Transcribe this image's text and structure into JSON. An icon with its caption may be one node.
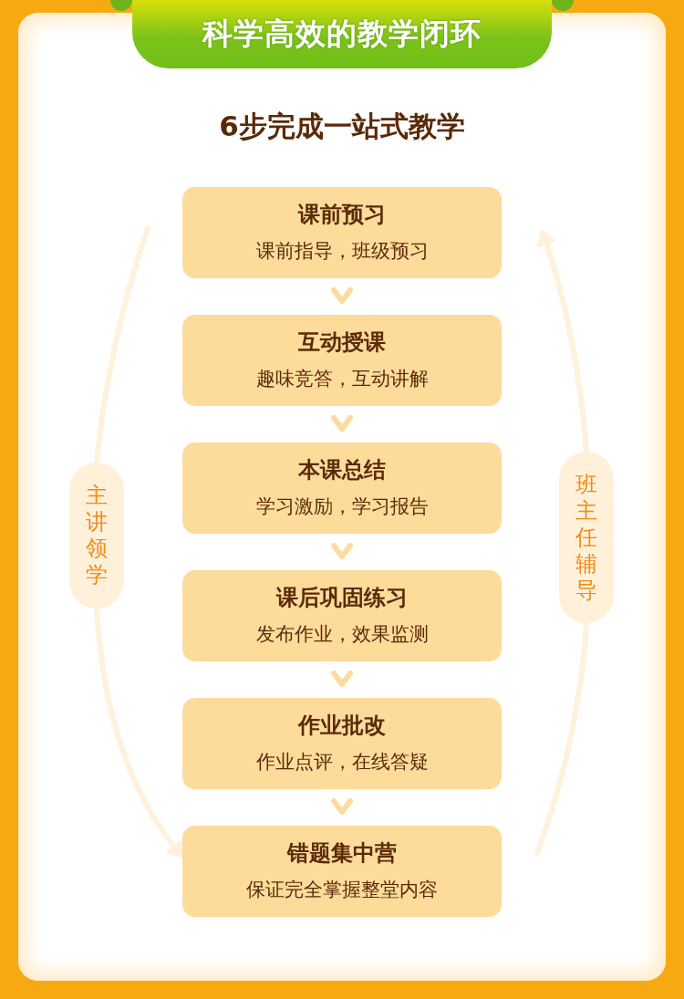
{
  "diagram": {
    "title": "科学高效的教学闭环",
    "nodes": [
      {
        "text": [
          "课前预习",
          "课前指导，班级预习"
        ]
      },
      {
        "text": [
          "互动授课",
          "趣味竞答，互动讲解"
        ]
      },
      {
        "text": [
          "本课总结",
          "学习激励，学习报告"
        ]
      },
      {
        "text": [
          "课后巩固练习",
          "发布作业，效果监测"
        ]
      },
      {
        "text": [
          "作业批改",
          "作业点评，在线答疑"
        ]
      },
      {
        "text": [
          "错题集中营",
          "保证完全掌握整堂内容"
        ]
      },
      {
        "text": [
          "主讲领学"
        ]
      },
      {
        "text": [
          "班主任辅导"
        ]
      }
    ],
    "edges": [
      {
        "from": 0,
        "to": 1,
        "arrow": "to"
      },
      {
        "from": 1,
        "to": 2,
        "arrow": "to"
      },
      {
        "from": 2,
        "to": 3,
        "arrow": "to"
      },
      {
        "from": 3,
        "to": 4,
        "arrow": "to"
      },
      {
        "from": 4,
        "to": 5,
        "arrow": "to"
      },
      {
        "from": null,
        "to": 6,
        "arrow": "none"
      },
      {
        "from": 6,
        "to": 5,
        "arrow": "to"
      },
      {
        "from": null,
        "to": 7,
        "arrow": "none"
      },
      {
        "from": 7,
        "to": null,
        "arrow": "to"
      }
    ],
    "labels": [
      "6步完成一站式教学"
    ]
  }
}
